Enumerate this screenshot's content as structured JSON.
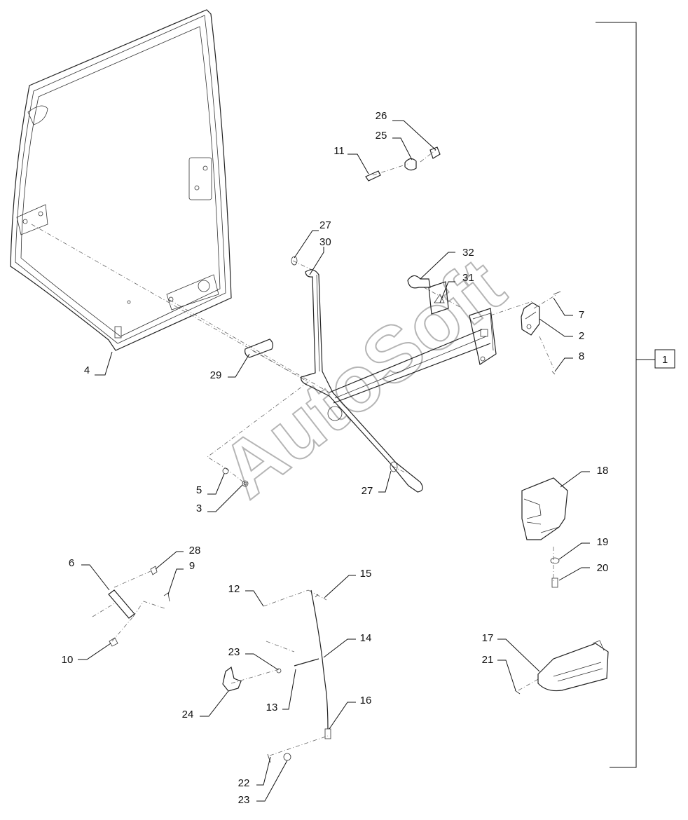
{
  "diagram": {
    "watermark": "AutoSoft",
    "assembly_ref": "1",
    "callouts": [
      {
        "id": "c26",
        "text": "26"
      },
      {
        "id": "c25",
        "text": "25"
      },
      {
        "id": "c11",
        "text": "11"
      },
      {
        "id": "c27a",
        "text": "27"
      },
      {
        "id": "c30",
        "text": "30"
      },
      {
        "id": "c32",
        "text": "32"
      },
      {
        "id": "c31",
        "text": "31"
      },
      {
        "id": "c7",
        "text": "7"
      },
      {
        "id": "c2",
        "text": "2"
      },
      {
        "id": "c8",
        "text": "8"
      },
      {
        "id": "c4",
        "text": "4"
      },
      {
        "id": "c29",
        "text": "29"
      },
      {
        "id": "c5",
        "text": "5"
      },
      {
        "id": "c3",
        "text": "3"
      },
      {
        "id": "c27b",
        "text": "27"
      },
      {
        "id": "c18",
        "text": "18"
      },
      {
        "id": "c19",
        "text": "19"
      },
      {
        "id": "c20",
        "text": "20"
      },
      {
        "id": "c28",
        "text": "28"
      },
      {
        "id": "c6",
        "text": "6"
      },
      {
        "id": "c9",
        "text": "9"
      },
      {
        "id": "c12",
        "text": "12"
      },
      {
        "id": "c15",
        "text": "15"
      },
      {
        "id": "c10",
        "text": "10"
      },
      {
        "id": "c14",
        "text": "14"
      },
      {
        "id": "c23a",
        "text": "23"
      },
      {
        "id": "c13",
        "text": "13"
      },
      {
        "id": "c24",
        "text": "24"
      },
      {
        "id": "c16",
        "text": "16"
      },
      {
        "id": "c17",
        "text": "17"
      },
      {
        "id": "c21",
        "text": "21"
      },
      {
        "id": "c22",
        "text": "22"
      },
      {
        "id": "c23b",
        "text": "23"
      }
    ]
  }
}
